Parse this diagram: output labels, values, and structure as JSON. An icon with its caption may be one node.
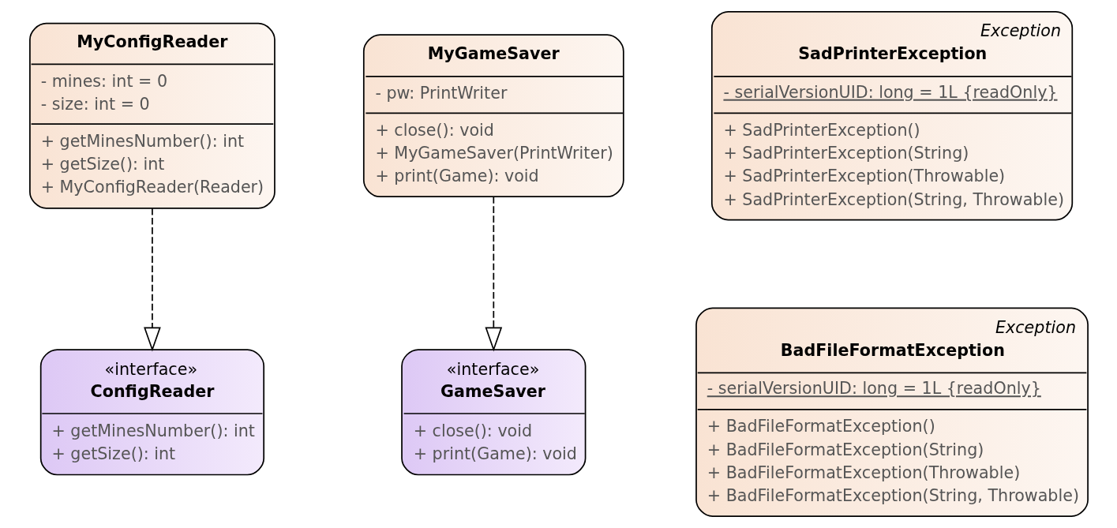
{
  "diagram": {
    "nodes": [
      {
        "text": [
          "«interface»",
          "ConfigReader",
          "+ getMinesNumber(): int",
          "+ getSize(): int"
        ]
      },
      {
        "text": [
          "«interface»",
          "GameSaver",
          "+ close(): void",
          "+ print(Game): void"
        ]
      },
      {
        "text": [
          "Exception",
          "BadFileFormatException",
          "- serialVersionUID: long = 1L {readOnly}",
          "+ BadFileFormatException()",
          "+ BadFileFormatException(String)",
          "+ BadFileFormatException(Throwable)",
          "+ BadFileFormatException(String, Throwable)"
        ]
      },
      {
        "text": [
          "MyConfigReader",
          "- mines: int = 0",
          "- size: int = 0",
          "+ getMinesNumber(): int",
          "+ getSize(): int",
          "+ MyConfigReader(Reader)"
        ]
      },
      {
        "text": [
          "MyGameSaver",
          "- pw: PrintWriter",
          "+ close(): void",
          "+ MyGameSaver(PrintWriter)",
          "+ print(Game): void"
        ]
      },
      {
        "text": [
          "Exception",
          "SadPrinterException",
          "- serialVersionUID: long = 1L {readOnly}",
          "+ SadPrinterException()",
          "+ SadPrinterException(String)",
          "+ SadPrinterException(Throwable)",
          "+ SadPrinterException(String, Throwable)"
        ]
      }
    ],
    "edges": [
      {
        "from": 3,
        "to": 0,
        "arrow": "to",
        "style": "dashed"
      },
      {
        "from": 4,
        "to": 1,
        "arrow": "to",
        "style": "dashed"
      }
    ]
  }
}
